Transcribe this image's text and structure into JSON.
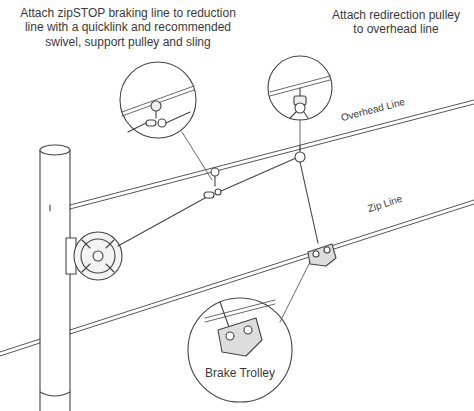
{
  "diagram": {
    "labels": [
      "Attach zipSTOP braking line to reduction line with a quicklink and recommended swivel, support pulley and sling",
      "Attach redirection pulley to overhead line",
      "Overhead Line",
      "Zip Line",
      "Brake Trolley"
    ]
  }
}
